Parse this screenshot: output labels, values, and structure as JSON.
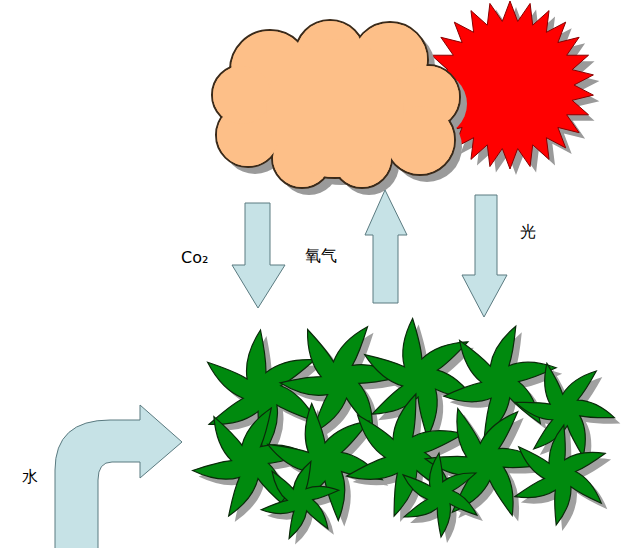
{
  "diagram": {
    "labels": [
      "Co₂",
      "氧气",
      "光",
      "水"
    ]
  }
}
